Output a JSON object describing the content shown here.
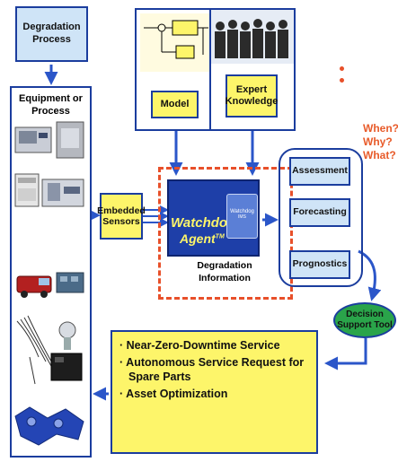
{
  "nodes": {
    "degradation_process": "Degradation\nProcess",
    "equipment_or_process": "Equipment or\nProcess",
    "model": "Model",
    "expert_knowledge": "Expert\nKnowledge",
    "embedded_sensors": "Embedded\nSensors",
    "watchdog_agent": "Watchdog",
    "watchdog_agent_2": "Agent",
    "watchdog_tm": "TM",
    "watchdog_logo_text": "Watchdog",
    "watchdog_logo_sub": "IMS",
    "degradation_information": "Degradation\nInformation",
    "assessment": "Assessment",
    "forecasting": "Forecasting",
    "prognostics": "Prognostics",
    "decision_support_tool": "Decision\nSupport Tool"
  },
  "questions": [
    "When?",
    "Why?",
    "What?"
  ],
  "services": [
    "· Near-Zero-Downtime Service",
    "· Autonomous Service Request for",
    "  Spare Parts",
    "· Asset Optimization"
  ],
  "colors": {
    "frame_blue": "#1b3d9e",
    "box_yellow": "#fdf56a",
    "box_lightblue": "#cfe4f7",
    "arrow_blue": "#2b56c9",
    "dashed_red": "#e8502a",
    "question_red": "#e85b2a",
    "decision_green": "#2aa44a",
    "watchdog_blue": "#1e3fa8"
  }
}
